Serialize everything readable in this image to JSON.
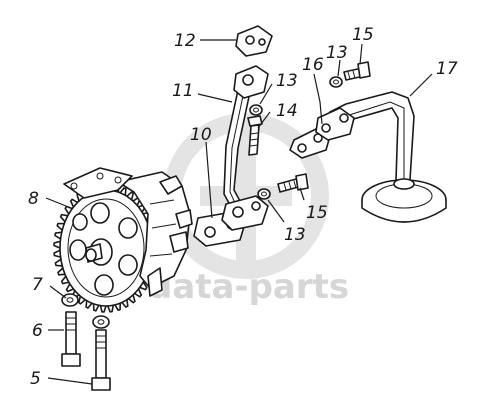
{
  "watermark": {
    "text": "data-parts",
    "color": "#d6d6d6"
  },
  "callouts": [
    {
      "id": "c12",
      "label": "12"
    },
    {
      "id": "c15a",
      "label": "15"
    },
    {
      "id": "c16",
      "label": "16"
    },
    {
      "id": "c13a",
      "label": "13"
    },
    {
      "id": "c17",
      "label": "17"
    },
    {
      "id": "c11",
      "label": "11"
    },
    {
      "id": "c13b",
      "label": "13"
    },
    {
      "id": "c14",
      "label": "14"
    },
    {
      "id": "c10",
      "label": "10"
    },
    {
      "id": "c8",
      "label": "8"
    },
    {
      "id": "c15b",
      "label": "15"
    },
    {
      "id": "c13c",
      "label": "13"
    },
    {
      "id": "c7",
      "label": "7"
    },
    {
      "id": "c6",
      "label": "6"
    },
    {
      "id": "c5",
      "label": "5"
    }
  ]
}
